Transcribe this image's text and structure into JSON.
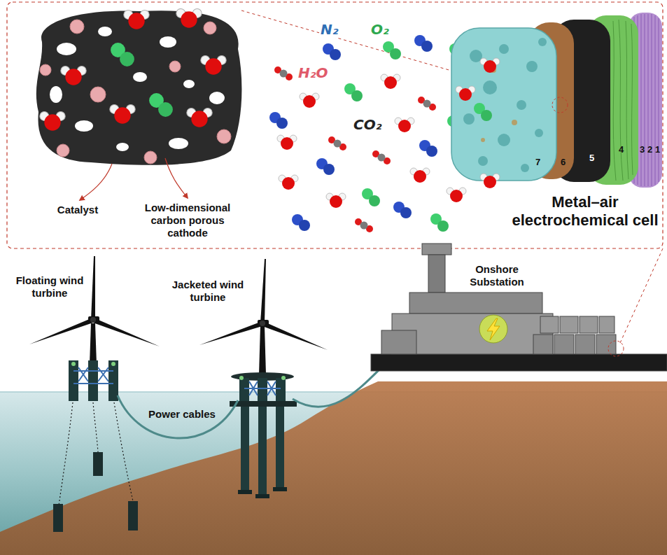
{
  "diagram": {
    "labels": [
      "Catalyst",
      "Low-dimensional carbon porous cathode",
      "N₂",
      "O₂",
      "H₂O",
      "CO₂",
      "7",
      "6",
      "5",
      "4",
      "3",
      "2",
      "1",
      "Metal–air electrochemical cell",
      "Floating wind turbine",
      "Jacketed wind turbine",
      "Power cables",
      "Onshore Substation"
    ]
  }
}
